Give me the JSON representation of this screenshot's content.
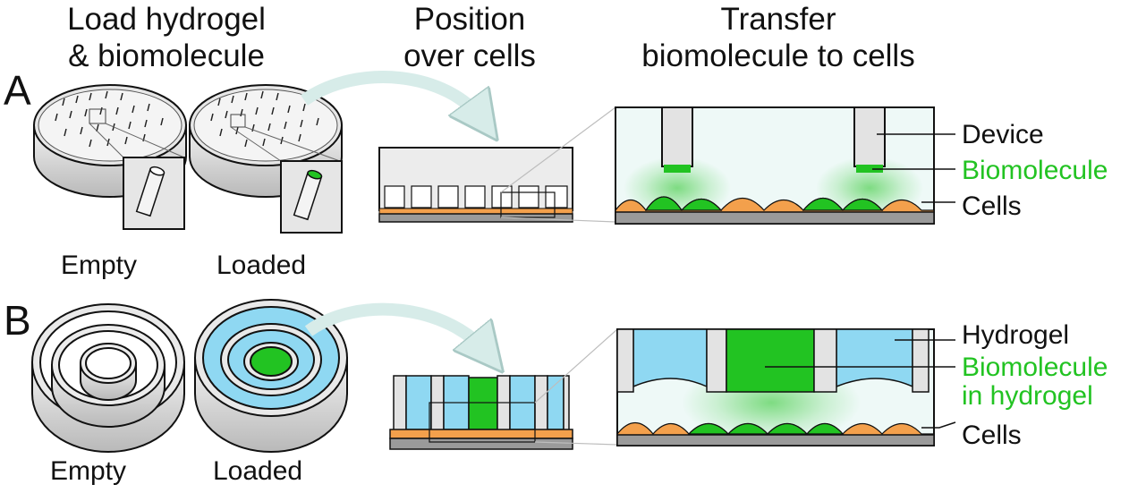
{
  "headers": {
    "col1": {
      "line1": "Load hydrogel",
      "line2": "& biomolecule"
    },
    "col2": {
      "line1": "Position",
      "line2": "over cells"
    },
    "col3": {
      "line1": "Transfer",
      "line2": "biomolecule to cells"
    }
  },
  "panel_a": {
    "letter": "A",
    "empty_label": "Empty",
    "loaded_label": "Loaded",
    "callouts": {
      "device": "Device",
      "biomolecule": "Biomolecule",
      "cells": "Cells"
    }
  },
  "panel_b": {
    "letter": "B",
    "empty_label": "Empty",
    "loaded_label": "Loaded",
    "callouts": {
      "hydrogel": "Hydrogel",
      "biomolecule_line1": "Biomolecule",
      "biomolecule_line2": "in hydrogel",
      "cells": "Cells"
    }
  },
  "colors": {
    "biomolecule": "#22c322",
    "hydrogel": "#8fd8f2",
    "cells": "#f3a04c",
    "device": "#d9d9d9",
    "substrate": "#9a9a9a",
    "arrow": "#d7ece9"
  }
}
